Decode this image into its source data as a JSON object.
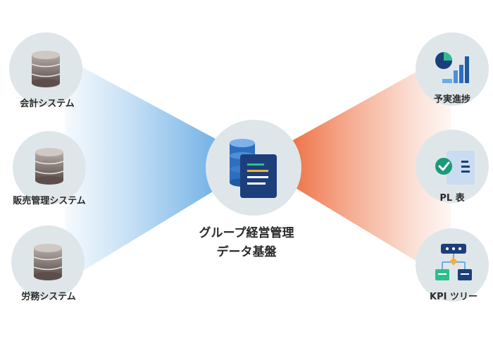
{
  "sources": [
    {
      "label": "会計システム",
      "icon": "database-icon"
    },
    {
      "label": "販売管理システム",
      "icon": "database-icon"
    },
    {
      "label": "労務システム",
      "icon": "database-icon"
    }
  ],
  "hub": {
    "title_line1": "グループ経営管理",
    "title_line2": "データ基盤",
    "icon": "data-platform-icon"
  },
  "outputs": [
    {
      "label": "予実進捗",
      "icon": "chart-dashboard-icon"
    },
    {
      "label": "PL 表",
      "icon": "checked-document-icon"
    },
    {
      "label": "KPI ツリー",
      "icon": "tree-diagram-icon"
    }
  ],
  "colors": {
    "inflow_blue": "#6aaee6",
    "outflow_orange": "#ee6a3c",
    "circle_fill": "#dfe6ea",
    "db_top": "#b5aca7",
    "db_bottom": "#5c4f4b",
    "navy": "#1c3f7c",
    "accent_green": "#2ebe8e",
    "accent_yellow": "#f2b13a"
  }
}
